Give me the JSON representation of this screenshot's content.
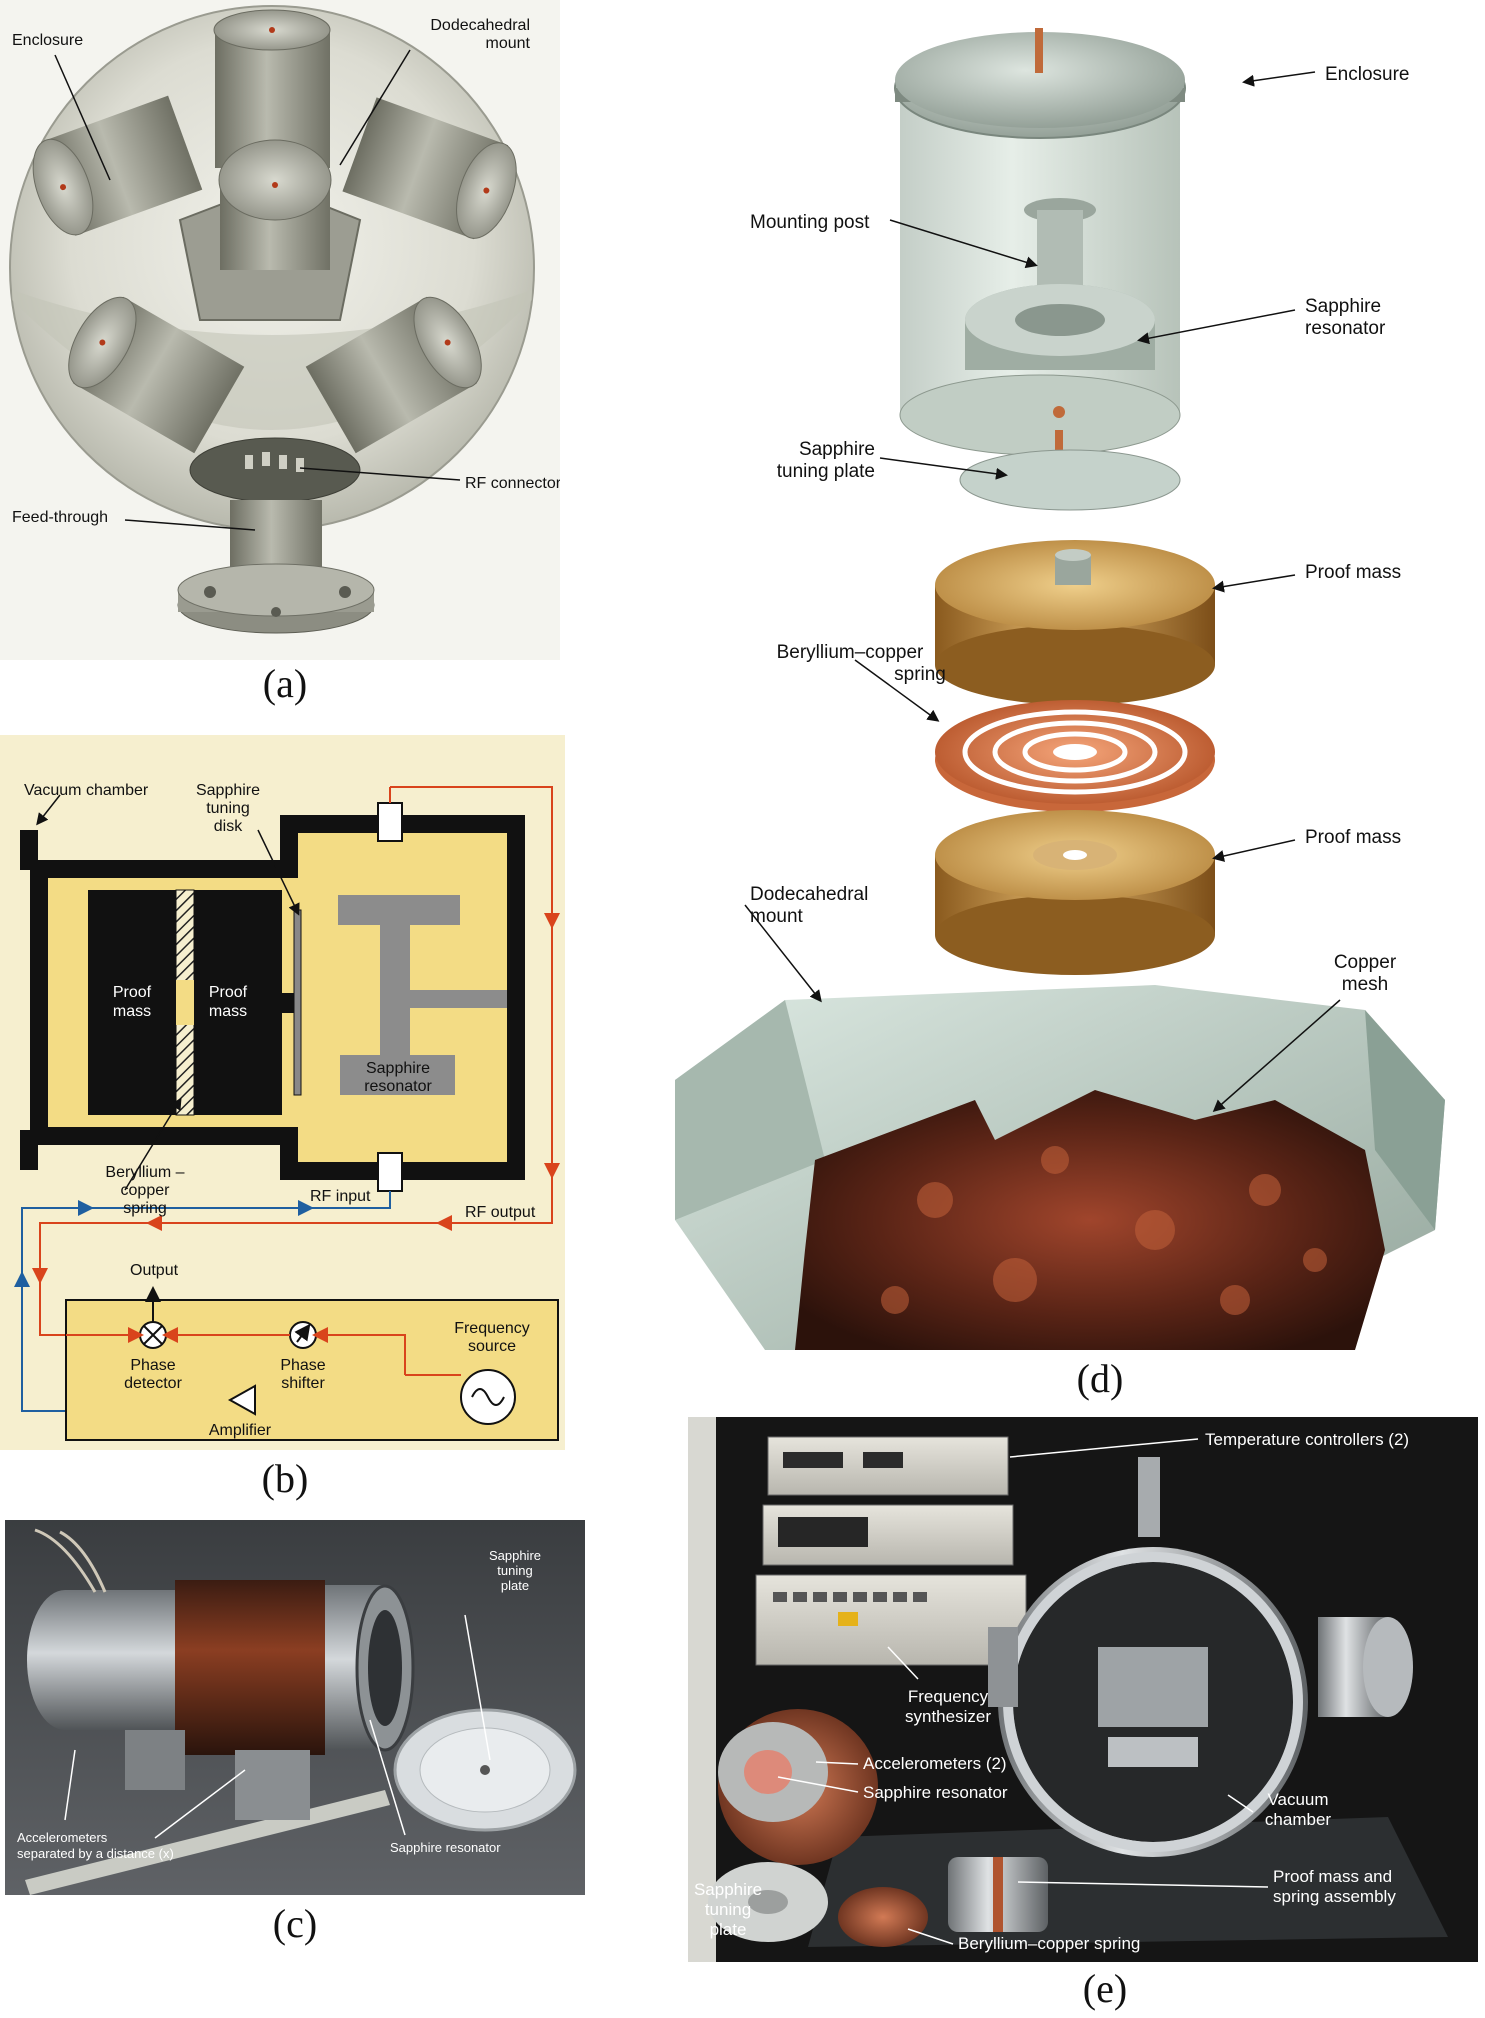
{
  "panel_a": {
    "caption": "(a)",
    "labels": {
      "enclosure": "Enclosure",
      "dodeca_1": "Dodecahedral",
      "dodeca_2": "mount",
      "rf_connectors": "RF connectors",
      "feed_through": "Feed-through"
    }
  },
  "panel_b": {
    "caption": "(b)",
    "labels": {
      "vacuum_chamber": "Vacuum chamber",
      "tuning_1": "Sapphire",
      "tuning_2": "tuning",
      "tuning_3": "disk",
      "proof1_1": "Proof",
      "proof1_2": "mass",
      "proof2_1": "Proof",
      "proof2_2": "mass",
      "resonator_1": "Sapphire",
      "resonator_2": "resonator",
      "spring_1": "Beryllium –",
      "spring_2": "copper",
      "spring_3": "spring",
      "rf_input": "RF input",
      "rf_output": "RF output",
      "output": "Output",
      "phase_detector_1": "Phase",
      "phase_detector_2": "detector",
      "phase_shifter_1": "Phase",
      "phase_shifter_2": "shifter",
      "frequency_source_1": "Frequency",
      "frequency_source_2": "source",
      "amplifier": "Amplifier"
    }
  },
  "panel_c": {
    "caption": "(c)",
    "labels": {
      "tuning_1": "Sapphire",
      "tuning_2": "tuning",
      "tuning_3": "plate",
      "accel_1": "Accelerometers",
      "accel_2": "separated by a distance (x)",
      "resonator": "Sapphire resonator"
    }
  },
  "panel_d": {
    "caption": "(d)",
    "labels": {
      "enclosure": "Enclosure",
      "mounting_post": "Mounting post",
      "resonator_1": "Sapphire",
      "resonator_2": "resonator",
      "tuning_1": "Sapphire",
      "tuning_2": "tuning plate",
      "proof_top": "Proof mass",
      "spring_1": "Beryllium–copper",
      "spring_2": "spring",
      "proof_bottom": "Proof mass",
      "dodeca_1": "Dodecahedral",
      "dodeca_2": "mount",
      "mesh_1": "Copper",
      "mesh_2": "mesh"
    }
  },
  "panel_e": {
    "caption": "(e)",
    "labels": {
      "temp_controllers": "Temperature controllers (2)",
      "synth_1": "Frequency",
      "synth_2": "synthesizer",
      "accelerometers": "Accelerometers (2)",
      "resonator": "Sapphire resonator",
      "vacuum_1": "Vacuum",
      "vacuum_2": "chamber",
      "proof_1": "Proof mass and",
      "proof_2": "spring assembly",
      "tuning_1": "Sapphire",
      "tuning_2": "tuning",
      "tuning_3": "plate",
      "spring": "Beryllium–copper spring"
    }
  },
  "colors": {
    "cream_bg": "#f6efcf",
    "yellow_fill": "#f3dc85",
    "signal_red": "#d9441c",
    "signal_blue": "#1f5fa0",
    "copper": "#c8673a",
    "brass": "#c98f3e",
    "metal": "#a9aea0"
  }
}
